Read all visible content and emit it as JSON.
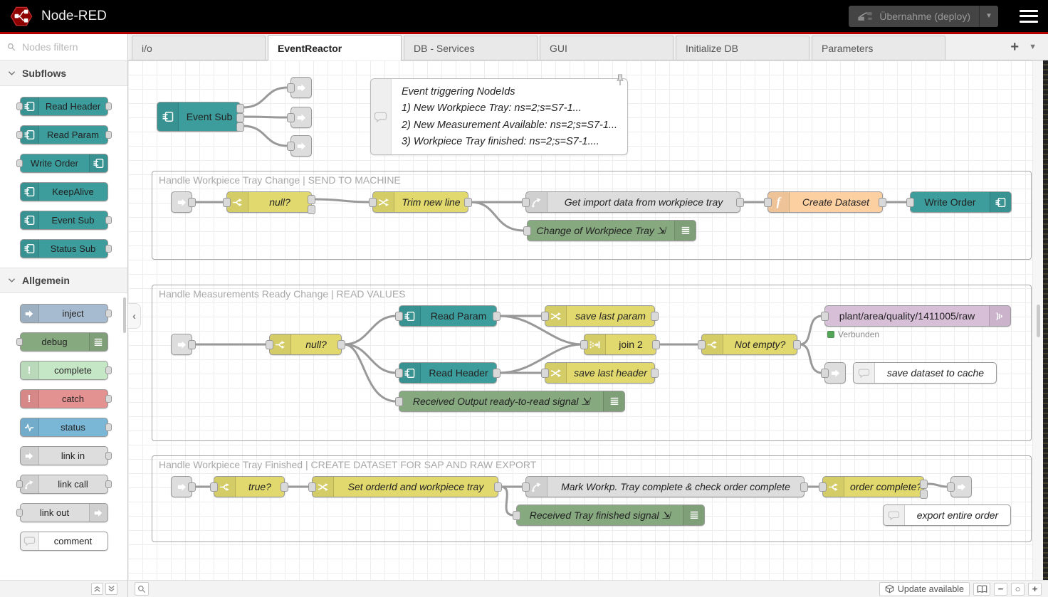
{
  "header": {
    "title": "Node-RED",
    "deploy_label": "Übernahme (deploy)"
  },
  "palette": {
    "search_placeholder": "Nodes filtern",
    "sections": [
      {
        "label": "Subflows",
        "items": [
          "Read Header",
          "Read Param",
          "Write Order",
          "KeepAlive",
          "Event Sub",
          "Status Sub"
        ]
      },
      {
        "label": "Allgemein",
        "items": [
          "inject",
          "debug",
          "complete",
          "catch",
          "status",
          "link in",
          "link call",
          "link out",
          "comment"
        ]
      }
    ]
  },
  "tabs": {
    "items": [
      "i/o",
      "EventReactor",
      "DB - Services",
      "GUI",
      "Initialize DB",
      "Parameters"
    ],
    "active": "EventReactor"
  },
  "canvas": {
    "event_sub_label": "Event Sub",
    "note": {
      "lines": [
        "Event triggering NodeIds",
        "1) New Workpiece Tray: ns=2;s=S7-1...",
        "2) New Measurement Available: ns=2;s=S7-1...",
        "3) Workpiece Tray finished: ns=2;s=S7-1...."
      ]
    },
    "group1": {
      "title": "Handle Workpiece Tray Change | SEND TO MACHINE",
      "null_label": "null?",
      "trim_label": "Trim new line",
      "get_import_label": "Get import data from workpiece tray",
      "create_dataset_label": "Create Dataset",
      "write_order_label": "Write Order",
      "debug_label": "Change of Workpiece Tray ⇲"
    },
    "group2": {
      "title": "Handle Measurements Ready Change | READ VALUES",
      "null_label": "null?",
      "read_param_label": "Read Param",
      "read_header_label": "Read Header",
      "save_param_label": "save last param",
      "save_header_label": "save last header",
      "join_label": "join 2",
      "not_empty_label": "Not empty?",
      "mqtt_label": "plant/area/quality/1411005/raw",
      "mqtt_status": "Verbunden",
      "debug_label": "Received Output ready-to-read signal ⇲",
      "cache_comment_label": "save dataset to cache"
    },
    "group3": {
      "title": "Handle Workpiece Tray Finished | CREATE DATASET FOR SAP AND RAW EXPORT",
      "true_label": "true?",
      "set_order_label": "Set orderId and workpiece tray",
      "mark_label": "Mark Workp. Tray complete & check order complete",
      "order_complete_label": "order complete?",
      "debug_label": "Received Tray finished signal ⇲",
      "export_comment_label": "export entire order"
    }
  },
  "footer": {
    "update_label": "Update available"
  },
  "colors": {
    "accent_red": "#b50000",
    "subflow_teal": "#3d9c9c",
    "switch_yellow": "#e2d96e",
    "function_orange": "#fdd0a2",
    "debug_green": "#87a980",
    "mqtt_purple": "#d8bfd8",
    "link_gray": "#dddddd",
    "inject_blue": "#a6bbcf",
    "complete_green": "#c6e7c6",
    "catch_red": "#e49191",
    "status_blue": "#7ab7d7",
    "connected_green": "#55a559"
  },
  "icons": {
    "node-red-logo": "red hexagon",
    "deploy-icon": "deploy board+arrow",
    "menu-icon": "☰",
    "search-icon": "⌕",
    "chevron-down-icon": "▾",
    "plus-icon": "+",
    "subflow-icon": "frame with input lines",
    "switch-icon": "forking arrows",
    "change-icon": "crossing arrows",
    "function-icon": "f",
    "debug-icon": "list bars",
    "inject-icon": "block arrow",
    "link-icon": "block arrow",
    "link-call-icon": "curved call arrow",
    "join-icon": "dots merging to bar",
    "mqtt-icon": "signal arcs",
    "status-icon": "heartbeat wave",
    "exclamation-icon": "!",
    "comment-icon": "speech bubble",
    "pin-icon": "pushpin",
    "package-icon": "cube",
    "map-icon": "open book",
    "zoom-out-icon": "−",
    "zoom-reset-icon": "○",
    "zoom-in-icon": "+",
    "collapse-icon": "‹",
    "connected-dot": "green square"
  }
}
